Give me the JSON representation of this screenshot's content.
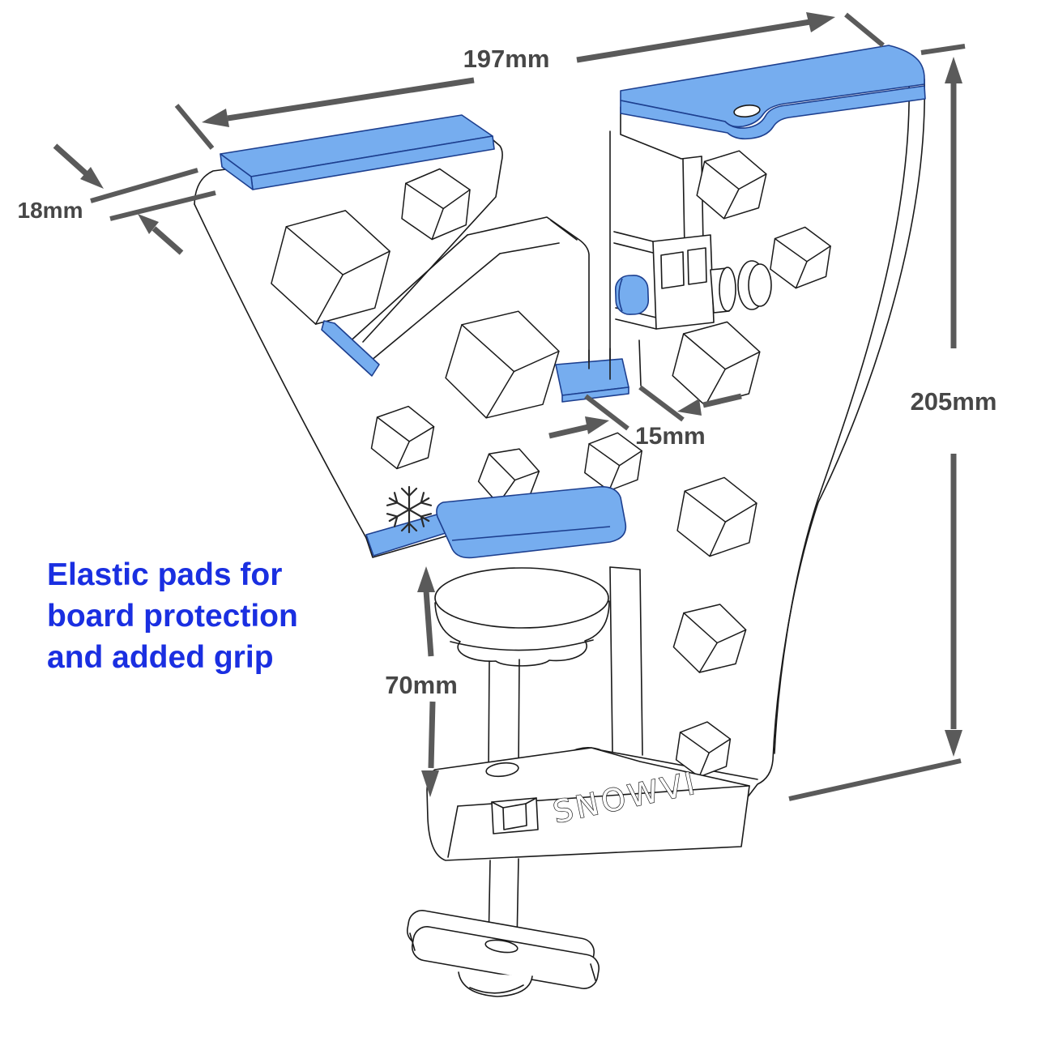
{
  "dimensions": {
    "width": {
      "label": "197mm"
    },
    "pad_thickness": {
      "label": "18mm"
    },
    "height": {
      "label": "205mm"
    },
    "slot": {
      "label": "15mm"
    },
    "clamp_range": {
      "label": "70mm"
    }
  },
  "annotation": {
    "line1": "Elastic pads for",
    "line2": "board protection",
    "line3": "and added grip"
  },
  "brand": {
    "engraving": "SNOWVI"
  },
  "icons": {
    "snowflake": "snowflake-icon"
  },
  "colors": {
    "pad_fill": "#76ADEF",
    "pad_stroke": "#1d3f8f",
    "line": "#1a1a1a",
    "dim": "#5a5a5a",
    "dim_text": "#474747",
    "note_text": "#1a2fe1",
    "bg": "#ffffff"
  }
}
